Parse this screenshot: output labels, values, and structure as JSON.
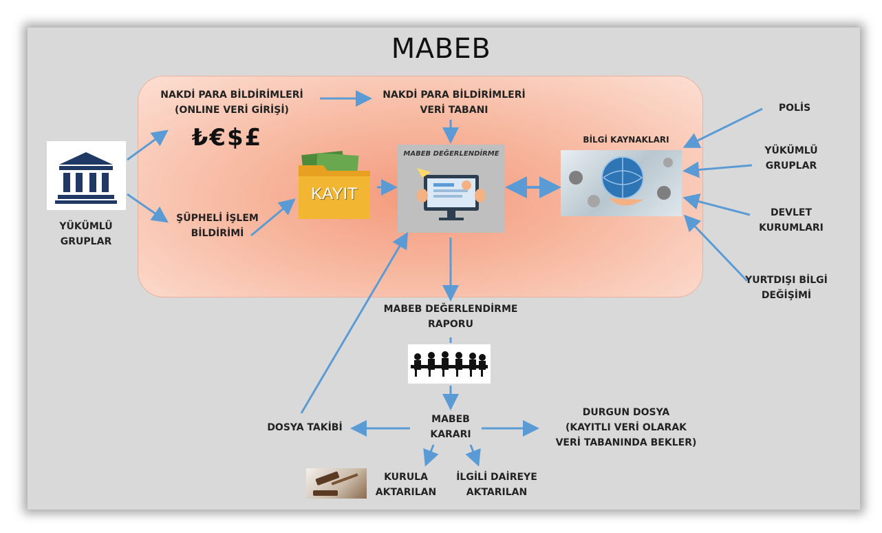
{
  "title": "MABEB",
  "labels": {
    "cash_declarations": "NAKDİ PARA BİLDİRİMLERİ\n(ONLINE VERİ GİRİŞİ)",
    "currency_symbols": "₺€$£",
    "cash_database": "NAKDİ PARA BİLDİRİMLERİ\nVERİ TABANI",
    "obliged_groups_left": "YÜKÜMLÜ\nGRUPLAR",
    "suspicious_transaction": "ŞÜPHELİ İŞLEM\nBİLDİRİMİ",
    "registry": "KAYIT",
    "evaluation_panel": "MABEB DEĞERLENDİRME",
    "info_sources": "BİLGİ KAYNAKLARI",
    "police": "POLİS",
    "obliged_groups_right": "YÜKÜMLÜ\nGRUPLAR",
    "state_institutions": "DEVLET\nKURUMLARI",
    "foreign_exchange": "YURTDIŞI BİLGİ\nDEĞİŞİMİ",
    "evaluation_report": "MABEB DEĞERLENDİRME\nRAPORU",
    "decision": "MABEB\nKARARI",
    "file_tracking": "DOSYA TAKİBİ",
    "dormant_file": "DURGUN DOSYA\n(KAYITLI VERİ OLARAK\nVERİ TABANINDA BEKLER)",
    "to_board": "KURULA\nAKTARILAN",
    "to_department": "İLGİLİ DAİREYE\nAKTARILAN"
  },
  "colors": {
    "arrow": "#5b9bd5",
    "canvas": "#d9d9d9",
    "process_fill": "#f7b8a0",
    "folder": "#e8a020"
  },
  "icons": [
    "bank-icon",
    "folder-icon",
    "monitor-icon",
    "globe-icon",
    "meeting-icon",
    "gavel-icon"
  ]
}
